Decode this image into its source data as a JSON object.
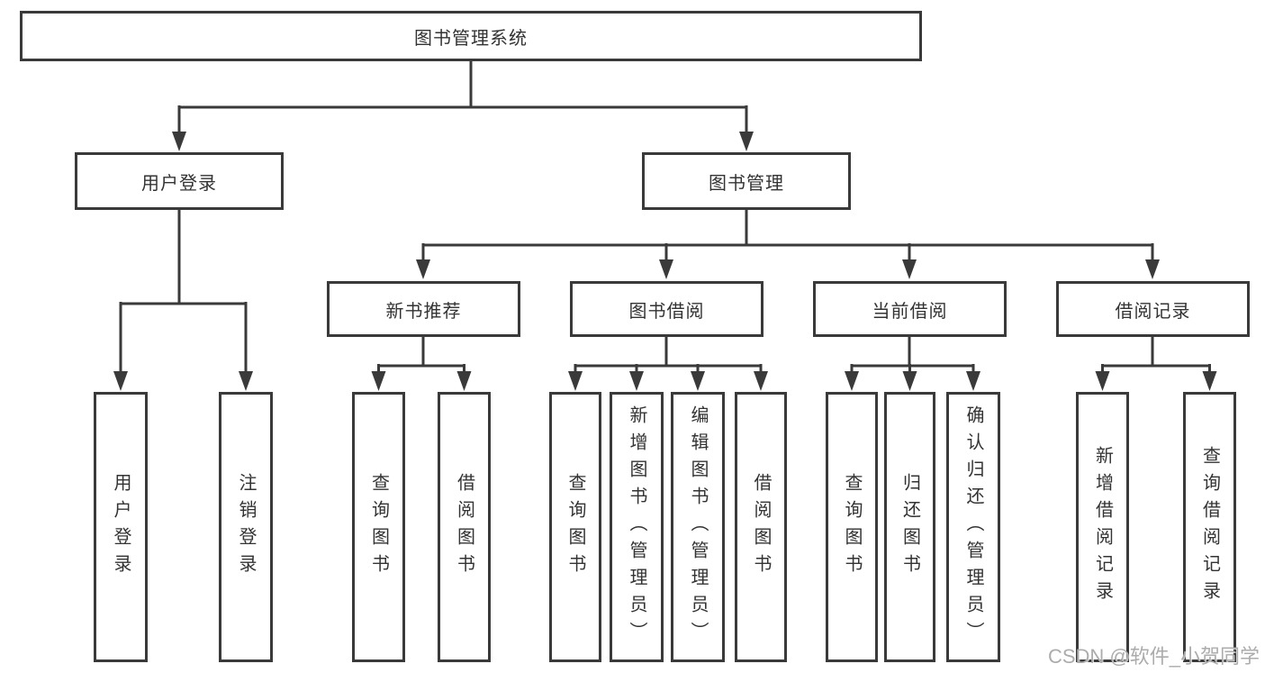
{
  "diagram": {
    "root": {
      "label": "图书管理系统"
    },
    "level2": [
      {
        "label": "用户登录"
      },
      {
        "label": "图书管理"
      }
    ],
    "level3": [
      {
        "label": "新书推荐"
      },
      {
        "label": "图书借阅"
      },
      {
        "label": "当前借阅"
      },
      {
        "label": "借阅记录"
      }
    ],
    "leaves": {
      "user_login": [
        "用户登录",
        "注销登录"
      ],
      "new_book_recommend": [
        "查询图书",
        "借阅图书"
      ],
      "book_borrowing": [
        "查询图书",
        "新增图书（管理员）",
        "编辑图书（管理员）",
        "借阅图书"
      ],
      "current_borrowing": [
        "查询图书",
        "归还图书",
        "确认归还（管理员）"
      ],
      "borrowing_records": [
        "新增借阅记录",
        "查询借阅记录"
      ]
    },
    "watermark": "CSDN @软件_小贺同学"
  },
  "colors": {
    "line": "#3a3a3a",
    "text": "#333333",
    "watermark": "#acacac",
    "background": "#ffffff"
  }
}
